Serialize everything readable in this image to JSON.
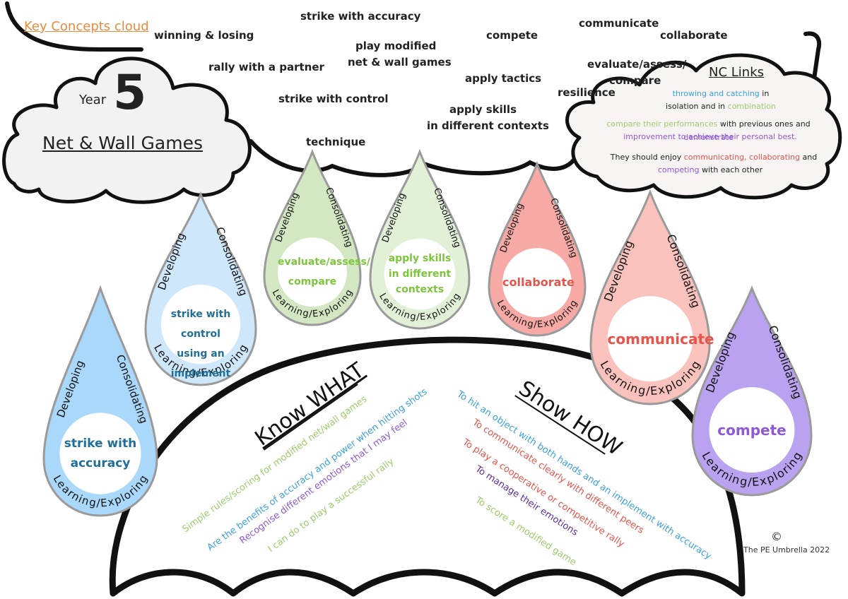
{
  "header": {
    "key_concepts_title": "Key Concepts cloud",
    "year_label": "Year",
    "year_number": "5",
    "unit_title": "Net & Wall Games"
  },
  "key_concepts": [
    "winning & losing",
    "strike with accuracy",
    "play modified",
    "net & wall games",
    "compete",
    "communicate",
    "collaborate",
    "rally with a partner",
    "apply tactics",
    "evaluate/assess/",
    "compare",
    "resilience",
    "strike with control",
    "apply skills",
    "in different contexts",
    "technique"
  ],
  "nc_links": {
    "title": "NC Links",
    "line1": {
      "a": "throwing and catching",
      "b": " in"
    },
    "line2": {
      "a": "isolation and in ",
      "b": "combination"
    },
    "line3": {
      "a": "compare their performances",
      "b": " with previous ones and ",
      "c": "demonstrate"
    },
    "line4": {
      "a": "improvement to achieve their personal best."
    },
    "line5": {
      "a": "They should enjoy ",
      "b": "communicating, collaborating",
      "c": " and"
    },
    "line6": {
      "a": "competing",
      "b": " with each other"
    }
  },
  "drop_labels": {
    "developing": "Developing",
    "consolidating": "Consolidating",
    "learning": "Learning/Exploring"
  },
  "drops": [
    {
      "lines": [
        "strike with",
        "accuracy"
      ],
      "fill": "#a9d8fb",
      "text_color": "#1f6f98"
    },
    {
      "lines": [
        "strike with control",
        "using an implement"
      ],
      "fill": "#cfe7fb",
      "text_color": "#1f6f98"
    },
    {
      "lines": [
        "evaluate/assess/",
        "compare"
      ],
      "fill": "#d3e8c2",
      "text_color": "#7dc53b"
    },
    {
      "lines": [
        "apply skills",
        "in different",
        "contexts"
      ],
      "fill": "#e3f0d8",
      "text_color": "#7dc53b"
    },
    {
      "lines": [
        "collaborate"
      ],
      "fill": "#f7a9a5",
      "text_color": "#e8534a"
    },
    {
      "lines": [
        "communicate"
      ],
      "fill": "#fac2bc",
      "text_color": "#e8534a"
    },
    {
      "lines": [
        "compete"
      ],
      "fill": "#b9a2f0",
      "text_color": "#8d59d8"
    }
  ],
  "know_what": {
    "title_a": "Know ",
    "title_b": "WHAT",
    "items": [
      {
        "text": "Simple rules/scoring for modified net/wall games",
        "color": "#9ccc6a"
      },
      {
        "text": "Are the benefits of accuracy and power when hitting shots",
        "color": "#3aa2e0"
      },
      {
        "text": "Recognise different emotions that I may feel",
        "color": "#8d59d8"
      },
      {
        "text": "I can do to play a successful rally",
        "color": "#9ccc6a"
      }
    ]
  },
  "show_how": {
    "title_a": "Show ",
    "title_b": "HOW",
    "items": [
      {
        "text": "To hit an object with both hands and an implement with accuracy",
        "color": "#3aa2e0"
      },
      {
        "text": "To communicate clearly with different peers",
        "color": "#e8534a"
      },
      {
        "text": "To play a cooperative or competitive rally",
        "color": "#e8534a"
      },
      {
        "text": "To manage their emotions",
        "color": "#5a2ca0"
      },
      {
        "text": "To score a modified game",
        "color": "#9ccc6a"
      }
    ]
  },
  "footer": {
    "copyright_symbol": "©",
    "credit": "The PE Umbrella 2022"
  }
}
